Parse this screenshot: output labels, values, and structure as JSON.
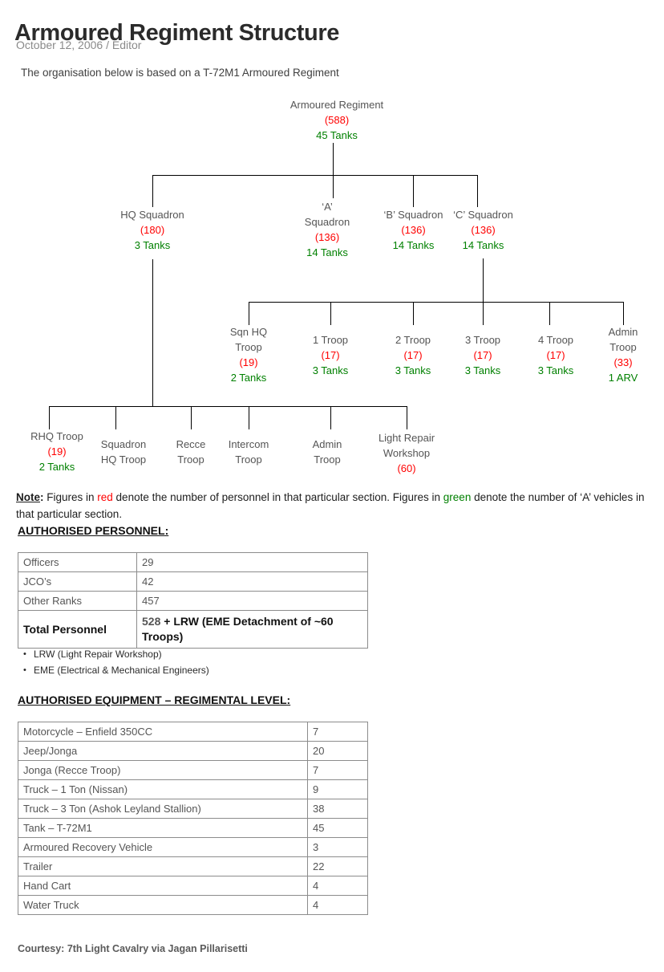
{
  "header": {
    "title": "Armoured Regiment Structure",
    "date": "October 12, 2006",
    "separator": "/",
    "author": "Editor",
    "intro": "The organisation below is based on a T-72M1 Armoured Regiment"
  },
  "colors": {
    "personnel_red": "#ff0000",
    "vehicles_green": "#008000",
    "node_text": "#555555",
    "line": "#000000"
  },
  "chart_data": {
    "type": "diagram",
    "title": "Armoured Regiment Structure",
    "legend": {
      "red": "number of personnel in that particular section",
      "green": "number of 'A' vehicles in that particular section"
    },
    "nodes": [
      {
        "id": "regiment",
        "name": "Armoured Regiment",
        "personnel": "(588)",
        "vehicles": "45 Tanks",
        "level": 1
      },
      {
        "id": "hq-sqn",
        "name": "HQ Squadron",
        "personnel": "(180)",
        "vehicles": "3 Tanks",
        "level": 2
      },
      {
        "id": "a-sqn",
        "name_line1": "‘A’",
        "name_line2": "Squadron",
        "personnel": "(136)",
        "vehicles": "14 Tanks",
        "level": 2
      },
      {
        "id": "b-sqn",
        "name": "‘B’ Squadron",
        "personnel": "(136)",
        "vehicles": "14 Tanks",
        "level": 2
      },
      {
        "id": "c-sqn",
        "name": "‘C’ Squadron",
        "personnel": "(136)",
        "vehicles": "14 Tanks",
        "level": 2
      },
      {
        "id": "sqn-hq-troop",
        "name_line1": "Sqn HQ",
        "name_line2": "Troop",
        "personnel": "(19)",
        "vehicles": "2 Tanks",
        "level": 3
      },
      {
        "id": "1-troop",
        "name": "1 Troop",
        "personnel": "(17)",
        "vehicles": "3 Tanks",
        "level": 3
      },
      {
        "id": "2-troop",
        "name": "2 Troop",
        "personnel": "(17)",
        "vehicles": "3 Tanks",
        "level": 3
      },
      {
        "id": "3-troop",
        "name": "3 Troop",
        "personnel": "(17)",
        "vehicles": "3 Tanks",
        "level": 3
      },
      {
        "id": "4-troop",
        "name": "4 Troop",
        "personnel": "(17)",
        "vehicles": "3 Tanks",
        "level": 3
      },
      {
        "id": "admin-troop-sqn",
        "name_line1": "Admin",
        "name_line2": "Troop",
        "personnel": "(33)",
        "vehicles": "1 ARV",
        "level": 3
      },
      {
        "id": "rhq-troop",
        "name": "RHQ Troop",
        "personnel": "(19)",
        "vehicles": "2 Tanks",
        "level": 4
      },
      {
        "id": "squadron-hq-troop",
        "name_line1": "Squadron",
        "name_line2": "HQ Troop",
        "personnel": "",
        "vehicles": "",
        "level": 4
      },
      {
        "id": "recce-troop",
        "name_line1": "Recce",
        "name_line2": "Troop",
        "personnel": "",
        "vehicles": "",
        "level": 4
      },
      {
        "id": "intercom-troop",
        "name_line1": "Intercom",
        "name_line2": "Troop",
        "personnel": "",
        "vehicles": "",
        "level": 4
      },
      {
        "id": "admin-troop-hq",
        "name_line1": "Admin",
        "name_line2": "Troop",
        "personnel": "",
        "vehicles": "",
        "level": 4
      },
      {
        "id": "light-repair-workshop",
        "name_line1": "Light Repair",
        "name_line2": "Workshop",
        "personnel": "(60)",
        "vehicles": "",
        "level": 4
      }
    ],
    "edges": [
      {
        "from": "regiment",
        "to": "hq-sqn"
      },
      {
        "from": "regiment",
        "to": "a-sqn"
      },
      {
        "from": "regiment",
        "to": "b-sqn"
      },
      {
        "from": "regiment",
        "to": "c-sqn"
      },
      {
        "from": "c-sqn",
        "to": "sqn-hq-troop"
      },
      {
        "from": "c-sqn",
        "to": "1-troop"
      },
      {
        "from": "c-sqn",
        "to": "2-troop"
      },
      {
        "from": "c-sqn",
        "to": "3-troop"
      },
      {
        "from": "c-sqn",
        "to": "4-troop"
      },
      {
        "from": "c-sqn",
        "to": "admin-troop-sqn"
      },
      {
        "from": "hq-sqn",
        "to": "rhq-troop"
      },
      {
        "from": "hq-sqn",
        "to": "squadron-hq-troop"
      },
      {
        "from": "hq-sqn",
        "to": "recce-troop"
      },
      {
        "from": "hq-sqn",
        "to": "intercom-troop"
      },
      {
        "from": "hq-sqn",
        "to": "admin-troop-hq"
      },
      {
        "from": "hq-sqn",
        "to": "light-repair-workshop"
      }
    ]
  },
  "note": {
    "label": "Note",
    "colon": ":",
    "part1": " Figures in ",
    "red_word": "red",
    "part2": " denote the number of personnel in that particular section. Figures in ",
    "green_word": "green",
    "part3": " denote the number of ‘A’ vehicles in that particular section."
  },
  "personnel_section": {
    "heading": "AUTHORISED PERSONNEL",
    "heading_colon": ":",
    "rows": [
      {
        "label": "Officers",
        "value": "29"
      },
      {
        "label": "JCO’s",
        "value": "42"
      },
      {
        "label": "Other Ranks",
        "value": "457"
      }
    ],
    "total": {
      "label": "Total Personnel",
      "number": "528",
      "suffix": " + LRW (EME Detachment of ~60 Troops)"
    },
    "acronyms": [
      "LRW (Light Repair Workshop)",
      "EME (Electrical & Mechanical Engineers)"
    ]
  },
  "equipment_section": {
    "heading": "AUTHORISED EQUIPMENT – REGIMENTAL LEVEL",
    "heading_colon": ":",
    "rows": [
      {
        "label": "Motorcycle – Enfield 350CC",
        "value": "7"
      },
      {
        "label": "Jeep/Jonga",
        "value": "20"
      },
      {
        "label": "Jonga (Recce Troop)",
        "value": "7"
      },
      {
        "label": "Truck – 1 Ton (Nissan)",
        "value": "9"
      },
      {
        "label": "Truck – 3 Ton (Ashok Leyland Stallion)",
        "value": "38"
      },
      {
        "label": "Tank – T-72M1",
        "value": "45"
      },
      {
        "label": "Armoured Recovery Vehicle",
        "value": "3"
      },
      {
        "label": "Trailer",
        "value": "22"
      },
      {
        "label": "Hand Cart",
        "value": "4"
      },
      {
        "label": "Water Truck",
        "value": "4"
      }
    ]
  },
  "footer": {
    "courtesy": "Courtesy: 7th Light Cavalry via Jagan Pillarisetti"
  }
}
